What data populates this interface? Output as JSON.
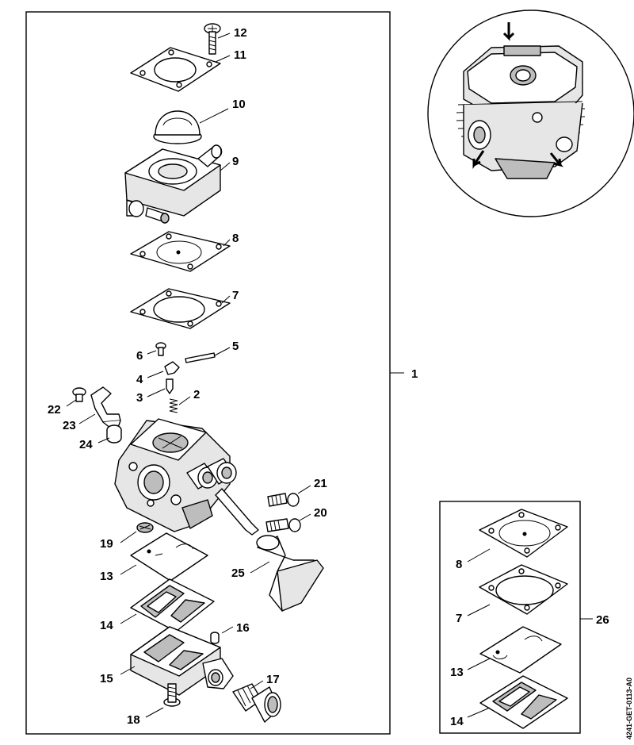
{
  "diagram": {
    "document_number": "4241-GET-0113-A0",
    "main_assembly_label": "1",
    "kit_label": "26",
    "parts": [
      {
        "id": "p12",
        "label": "12"
      },
      {
        "id": "p11",
        "label": "11"
      },
      {
        "id": "p10",
        "label": "10"
      },
      {
        "id": "p9",
        "label": "9"
      },
      {
        "id": "p8",
        "label": "8"
      },
      {
        "id": "p7",
        "label": "7"
      },
      {
        "id": "p6",
        "label": "6"
      },
      {
        "id": "p5",
        "label": "5"
      },
      {
        "id": "p4",
        "label": "4"
      },
      {
        "id": "p3",
        "label": "3"
      },
      {
        "id": "p2",
        "label": "2"
      },
      {
        "id": "p22",
        "label": "22"
      },
      {
        "id": "p23",
        "label": "23"
      },
      {
        "id": "p24",
        "label": "24"
      },
      {
        "id": "p21",
        "label": "21"
      },
      {
        "id": "p20",
        "label": "20"
      },
      {
        "id": "p19",
        "label": "19"
      },
      {
        "id": "p25",
        "label": "25"
      },
      {
        "id": "p13",
        "label": "13"
      },
      {
        "id": "p14",
        "label": "14"
      },
      {
        "id": "p16",
        "label": "16"
      },
      {
        "id": "p15",
        "label": "15"
      },
      {
        "id": "p17",
        "label": "17"
      },
      {
        "id": "p18",
        "label": "18"
      }
    ],
    "kit_parts": [
      {
        "id": "k8",
        "label": "8"
      },
      {
        "id": "k7",
        "label": "7"
      },
      {
        "id": "k13",
        "label": "13"
      },
      {
        "id": "k14",
        "label": "14"
      }
    ]
  }
}
